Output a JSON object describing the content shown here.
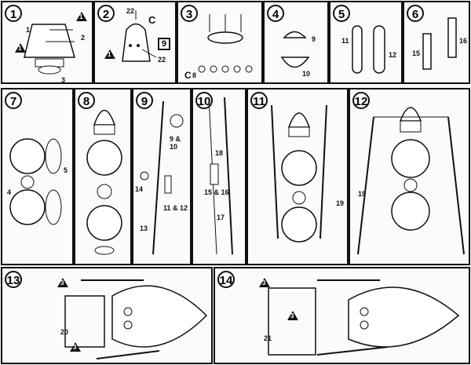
{
  "steps": [
    {
      "num": "1",
      "labels": [
        "1",
        "2",
        "3"
      ]
    },
    {
      "num": "2",
      "labels": [
        "22",
        "C",
        "22",
        "9"
      ]
    },
    {
      "num": "3",
      "labels": [
        "C",
        "8"
      ]
    },
    {
      "num": "4",
      "labels": [
        "9",
        "10"
      ]
    },
    {
      "num": "5",
      "labels": [
        "11",
        "12"
      ]
    },
    {
      "num": "6",
      "labels": [
        "15",
        "16"
      ]
    },
    {
      "num": "7",
      "labels": [
        "4",
        "5"
      ]
    },
    {
      "num": "8",
      "labels": []
    },
    {
      "num": "9",
      "labels": [
        "9 & 10",
        "14",
        "11 & 12",
        "13"
      ]
    },
    {
      "num": "10",
      "labels": [
        "18",
        "15 & 16",
        "17"
      ]
    },
    {
      "num": "11",
      "labels": [
        "19"
      ]
    },
    {
      "num": "12",
      "labels": [
        "19"
      ]
    },
    {
      "num": "13",
      "labels": [
        "20"
      ]
    },
    {
      "num": "14",
      "labels": [
        "21"
      ]
    }
  ],
  "warning_mark": "1",
  "warning_mark_3": "3"
}
